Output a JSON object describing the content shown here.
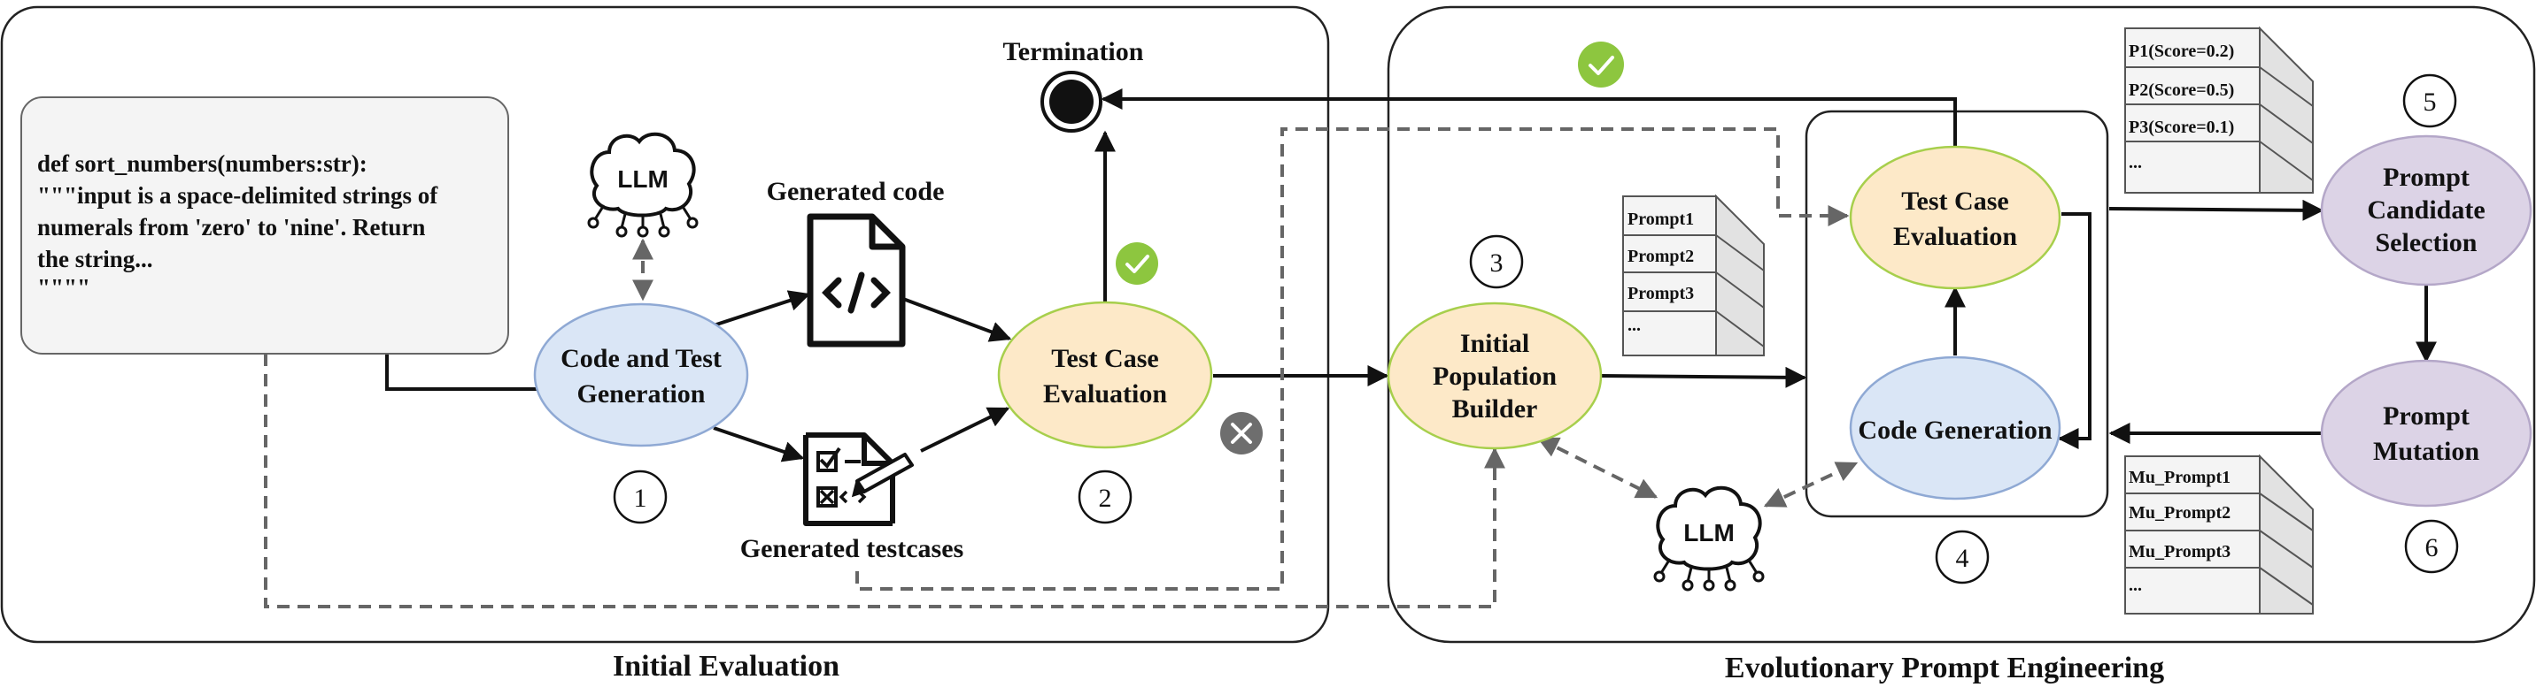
{
  "sections": {
    "initial_evaluation": "Initial Evaluation",
    "evolutionary_engineering": "Evolutionary Prompt Engineering"
  },
  "termination": "Termination",
  "code_box": {
    "lines": [
      "def sort_numbers(numbers:str):",
      "\"\"\"input is a space-delimited strings of",
      "numerals from 'zero' to 'nine'. Return",
      "the string...",
      "\"\"\"\""
    ]
  },
  "llm_label": "LLM",
  "nodes": {
    "code_test_generation": [
      "Code and Test",
      "Generation"
    ],
    "test_case_eval_1": [
      "Test Case",
      "Evaluation"
    ],
    "initial_population_builder": [
      "Initial",
      "Population",
      "Builder"
    ],
    "test_case_eval_2": [
      "Test Case",
      "Evaluation"
    ],
    "code_generation": [
      "Code Generation"
    ],
    "prompt_candidate_selection": [
      "Prompt",
      "Candidate",
      "Selection"
    ],
    "prompt_mutation": [
      "Prompt",
      "Mutation"
    ]
  },
  "labels": {
    "generated_code": "Generated code",
    "generated_testcases": "Generated testcases"
  },
  "step_numbers": [
    "1",
    "2",
    "3",
    "4",
    "5",
    "6"
  ],
  "prompt_docs": [
    "Prompt1",
    "Prompt2",
    "Prompt3",
    "..."
  ],
  "score_docs": [
    "P1(Score=0.2)",
    "P2(Score=0.5)",
    "P3(Score=0.1)",
    "..."
  ],
  "mutation_docs": [
    "Mu_Prompt1",
    "Mu_Prompt2",
    "Mu_Prompt3",
    "..."
  ],
  "colors": {
    "blue_node": "#dae6f6",
    "blue_stroke": "#8fa9d4",
    "orange_node": "#fde9c8",
    "orange_stroke": "#a7cf4c",
    "purple_node": "#dcd3e6",
    "purple_stroke": "#b4a7c8",
    "check": "#8dc63f",
    "fail": "#6e6e6e",
    "code_box_fill": "#f4f4f4"
  }
}
